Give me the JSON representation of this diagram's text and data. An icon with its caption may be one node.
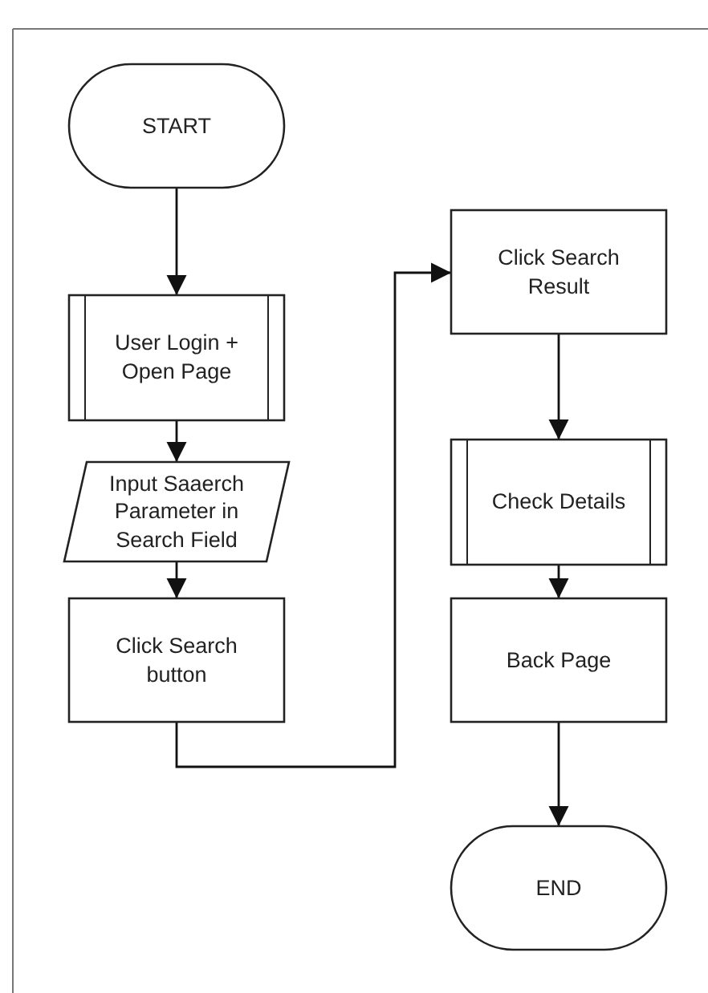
{
  "diagram": {
    "nodes": [
      {
        "text": [
          "START"
        ]
      },
      {
        "text": [
          "User Login + Open Page"
        ]
      },
      {
        "text": [
          "Input Saaerch Parameter in Search Field"
        ]
      },
      {
        "text": [
          "Click Search button"
        ]
      },
      {
        "text": [
          "Click Search Result"
        ]
      },
      {
        "text": [
          "Check Details"
        ]
      },
      {
        "text": [
          "Back Page"
        ]
      },
      {
        "text": [
          "END"
        ]
      }
    ],
    "edges": [
      {
        "from": 0,
        "to": 1,
        "arrow": "to"
      },
      {
        "from": 1,
        "to": 2,
        "arrow": "to"
      },
      {
        "from": 2,
        "to": 3,
        "arrow": "to"
      },
      {
        "from": 3,
        "to": 4,
        "arrow": "to"
      },
      {
        "from": 4,
        "to": 5,
        "arrow": "to"
      },
      {
        "from": 5,
        "to": 6,
        "arrow": "to"
      },
      {
        "from": 6,
        "to": 7,
        "arrow": "to"
      }
    ]
  }
}
